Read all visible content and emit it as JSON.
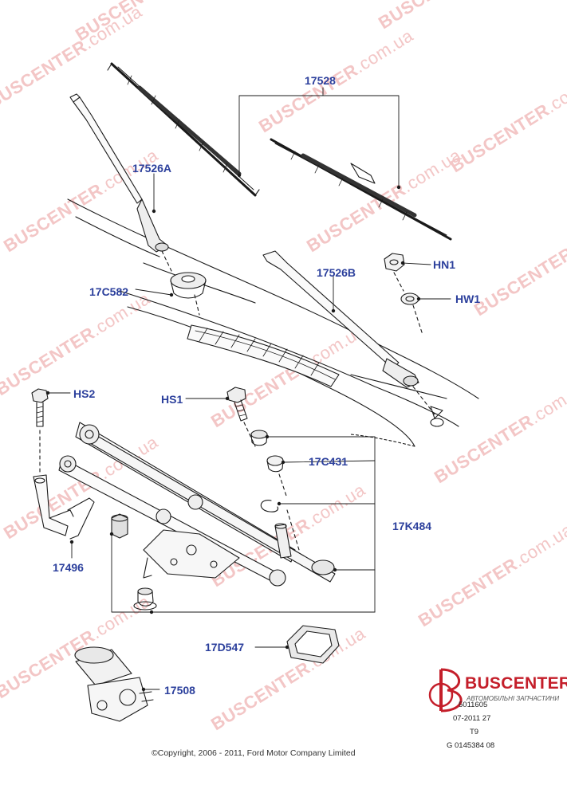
{
  "callouts": {
    "c17528": "17528",
    "c17526A": "17526A",
    "c17C582": "17C582",
    "c17526B": "17526B",
    "cHN1": "HN1",
    "cHW1": "HW1",
    "cHS2": "HS2",
    "cHS1": "HS1",
    "c17C431": "17C431",
    "c17K484": "17K484",
    "c17496": "17496",
    "c17D547": "17D547",
    "c17508": "17508"
  },
  "watermark": {
    "brand": "BUSCENTER",
    "domain": ".com.ua"
  },
  "copyright": "©Copyright, 2006 - 2011, Ford Motor Company Limited",
  "logo": {
    "name": "BUSCENTER",
    "tagline": "АВТОМОБІЛЬНІ ЗАПЧАСТИНИ"
  },
  "reference": {
    "line1": "5011605",
    "line2": "07-2011 27",
    "line3": "T9",
    "line4": "G 0145384 08"
  },
  "colors": {
    "callout_text": "#2b3f9c",
    "leader_line": "#1a1a1a",
    "watermark": "#f3c6c6",
    "logo_red": "#c41e2a"
  }
}
